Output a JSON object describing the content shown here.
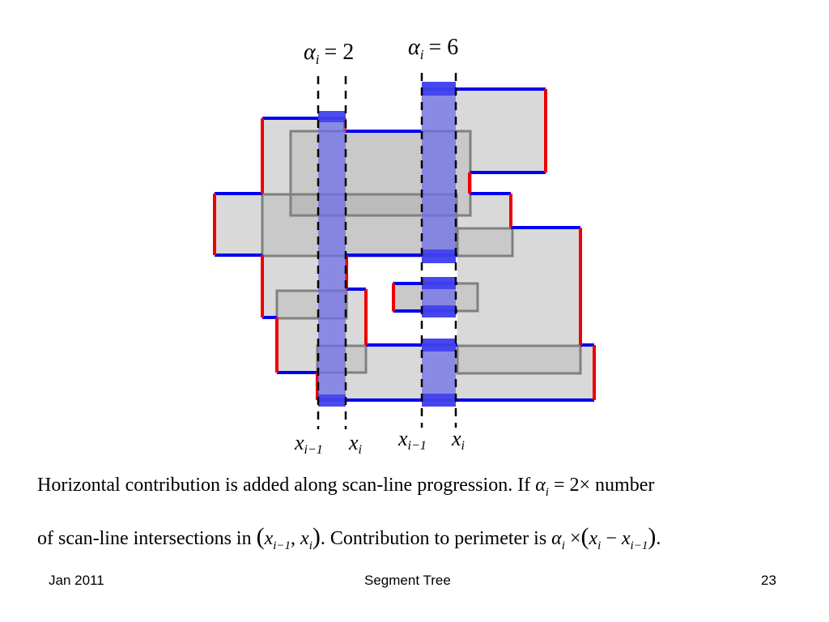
{
  "labels": {
    "alpha_left": "α",
    "alpha_left_sub": "i",
    "alpha_left_eq": "= 2",
    "alpha_right": "α",
    "alpha_right_sub": "i",
    "alpha_right_eq": "= 6",
    "x_im1_a": "x",
    "x_im1_a_sub": "i−1",
    "x_i_a": "x",
    "x_i_a_sub": "i",
    "x_im1_b": "x",
    "x_im1_b_sub": "i−1",
    "x_i_b": "x",
    "x_i_b_sub": "i"
  },
  "text": {
    "line1_a": "Horizontal contribution is added along scan-line progression. If ",
    "line1_alpha": "α",
    "line1_alpha_sub": "i",
    "line1_b": " = 2× number",
    "line2_a": "of scan-line intersections in ",
    "line2_paren_open": "(",
    "line2_x1": "x",
    "line2_x1_sub": "i−1",
    "line2_comma": ", ",
    "line2_x2": "x",
    "line2_x2_sub": "i",
    "line2_paren_close": ")",
    "line2_b": ". Contribution to perimeter is ",
    "line2_alpha": "α",
    "line2_alpha_sub": "i",
    "line2_times": " ×",
    "line2_paren2_open": "(",
    "line2_x3": "x",
    "line2_x3_sub": "i",
    "line2_minus": " − ",
    "line2_x4": "x",
    "line2_x4_sub": "i−1",
    "line2_paren2_close": ")",
    "line2_end": "."
  },
  "footer": {
    "left": "Jan 2011",
    "center": "Segment Tree",
    "right": "23"
  },
  "colors": {
    "union_fill": "#d9d9d9",
    "rect_stroke": "#808080",
    "horizontal_edge": "#0000ee",
    "vertical_edge": "#ee0000",
    "strip_fill": "#6f6fe8",
    "strip_band": "#3a3aee"
  }
}
